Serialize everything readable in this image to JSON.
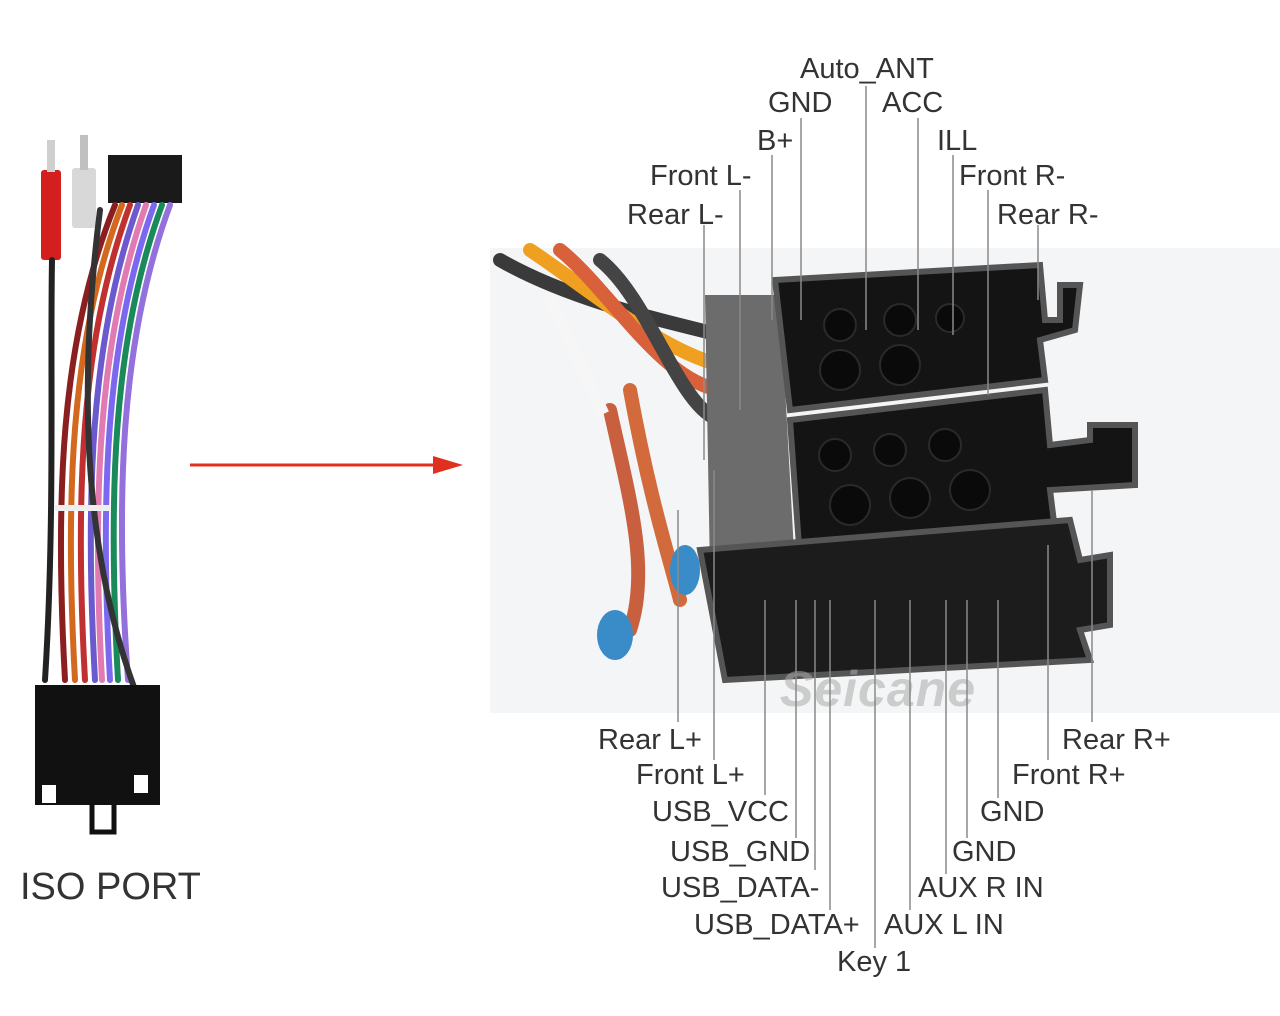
{
  "left_panel": {
    "caption": "ISO PORT"
  },
  "arrow": {
    "color": "#e0301e",
    "direction": "right"
  },
  "watermark": "Seicane",
  "top_labels": [
    {
      "id": "auto-ant",
      "text": "Auto_ANT"
    },
    {
      "id": "gnd-top",
      "text": "GND"
    },
    {
      "id": "acc",
      "text": "ACC"
    },
    {
      "id": "b-plus",
      "text": "B+"
    },
    {
      "id": "ill",
      "text": "ILL"
    },
    {
      "id": "front-l-minus",
      "text": "Front L-"
    },
    {
      "id": "front-r-minus",
      "text": "Front R-"
    },
    {
      "id": "rear-l-minus",
      "text": "Rear L-"
    },
    {
      "id": "rear-r-minus",
      "text": "Rear R-"
    }
  ],
  "bottom_labels": [
    {
      "id": "rear-l-plus",
      "text": "Rear L+"
    },
    {
      "id": "front-l-plus",
      "text": "Front L+"
    },
    {
      "id": "usb-vcc",
      "text": "USB_VCC"
    },
    {
      "id": "usb-gnd",
      "text": "USB_GND"
    },
    {
      "id": "usb-data-minus",
      "text": "USB_DATA-"
    },
    {
      "id": "usb-data-plus",
      "text": "USB_DATA+"
    },
    {
      "id": "key-1",
      "text": "Key 1"
    },
    {
      "id": "aux-l-in",
      "text": "AUX L IN"
    },
    {
      "id": "aux-r-in",
      "text": "AUX R IN"
    },
    {
      "id": "gnd-bottom-1",
      "text": "GND"
    },
    {
      "id": "gnd-bottom-2",
      "text": "GND"
    },
    {
      "id": "front-r-plus",
      "text": "Front R+"
    },
    {
      "id": "rear-r-plus",
      "text": "Rear R+"
    }
  ]
}
